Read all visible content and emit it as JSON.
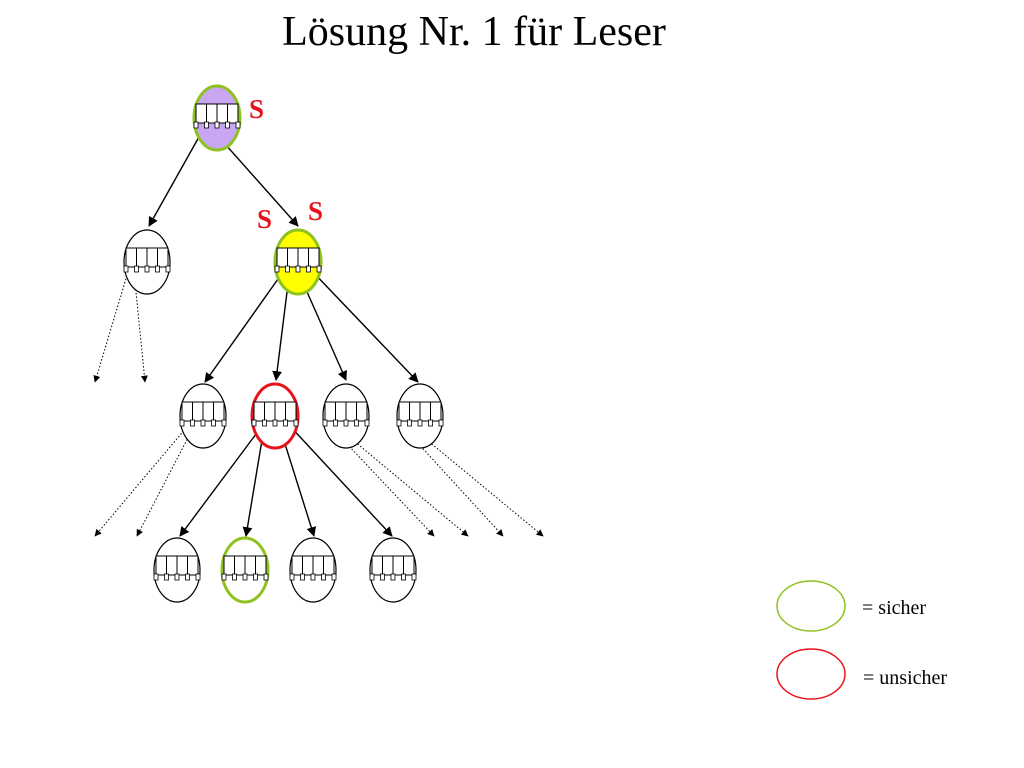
{
  "title": "Lösung Nr. 1 für Leser",
  "lock_label": "S",
  "legend": {
    "safe": "= sicher",
    "unsafe": "= unsicher"
  },
  "colors": {
    "safe_outline": "#8dc21f",
    "unsafe_outline": "#e8121b",
    "root_fill": "#c9a6f2",
    "level1_fill": "#ffff00",
    "lock_text": "#e8121b"
  },
  "tree": {
    "nodes": [
      {
        "id": "root",
        "state": "safe",
        "fill": "root_fill",
        "locks": 1
      },
      {
        "id": "l1-left",
        "state": "neutral"
      },
      {
        "id": "l1-right",
        "state": "safe",
        "fill": "level1_fill",
        "locks": 2
      },
      {
        "id": "l2-1",
        "state": "neutral"
      },
      {
        "id": "l2-2",
        "state": "unsafe"
      },
      {
        "id": "l2-3",
        "state": "neutral"
      },
      {
        "id": "l2-4",
        "state": "neutral"
      },
      {
        "id": "l3-1",
        "state": "neutral"
      },
      {
        "id": "l3-2",
        "state": "safe"
      },
      {
        "id": "l3-3",
        "state": "neutral"
      },
      {
        "id": "l3-4",
        "state": "neutral"
      }
    ]
  }
}
